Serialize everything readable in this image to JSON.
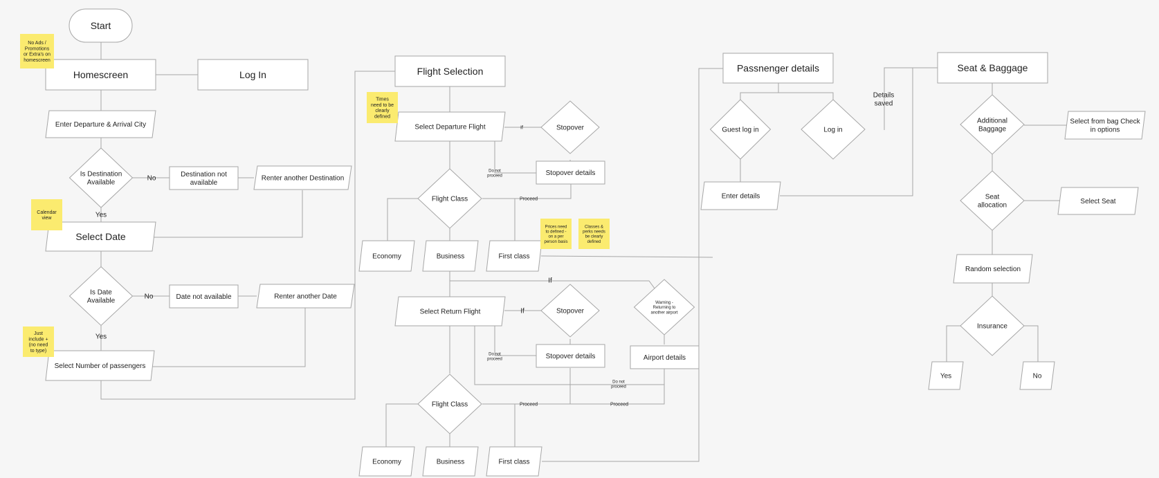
{
  "nodes": {
    "start": "Start",
    "homescreen": "Homescreen",
    "login_main": "Log In",
    "enter_cities": "Enter Departure & Arrival City",
    "dest_available": [
      "Is Destination",
      "Available"
    ],
    "dest_not_available": [
      "Destination not",
      "available"
    ],
    "renter_destination": "Renter another Destination",
    "select_date": "Select Date",
    "date_available": [
      "Is Date",
      "Available"
    ],
    "date_not_available": "Date not available",
    "renter_date": "Renter another Date",
    "select_passengers": "Select Number of passengers",
    "flight_selection": "Flight Selection",
    "select_departure": "Select Departure Flight",
    "stopover_1": "Stopover",
    "stopover_details_1": "Stopover details",
    "flight_class_1": "Flight Class",
    "economy_1": "Economy",
    "business_1": "Business",
    "first_class_1": "First class",
    "select_return": "Select Return Flight",
    "stopover_2": "Stopover",
    "stopover_details_2": "Stopover details",
    "warning": [
      "Warning -",
      "Returning to",
      "another airport"
    ],
    "airport_details": "Airport details",
    "flight_class_2": "Flight Class",
    "economy_2": "Economy",
    "business_2": "Business",
    "first_class_2": "First class",
    "passenger_details": "Passnenger details",
    "guest_login": "Guest log in",
    "login_passenger": "Log in",
    "enter_details": "Enter details",
    "seat_baggage": "Seat & Baggage",
    "additional_baggage": [
      "Additional",
      "Baggage"
    ],
    "select_bag": [
      "Select from bag Check",
      "in options"
    ],
    "seat_allocation": [
      "Seat",
      "allocation"
    ],
    "select_seat": "Select Seat",
    "random_selection": "Random selection",
    "insurance": "Insurance",
    "ins_yes": "Yes",
    "ins_no": "No"
  },
  "edge_labels": {
    "no_dest": "No",
    "yes_dest": "Yes",
    "no_date": "No",
    "yes_date": "Yes",
    "if_stop1": "If",
    "do_not_proceed_1": [
      "Do not",
      "proceed"
    ],
    "proceed_1": "Proceed",
    "if_return": "If",
    "if_stop2": "If",
    "do_not_proceed_2": [
      "Do not",
      "proceed"
    ],
    "do_not_proceed_3": [
      "Do not",
      "proceed"
    ],
    "proceed_2": "Proceed",
    "proceed_3": "Proceed",
    "details_saved": [
      "Details",
      "saved"
    ]
  },
  "sticky_notes": {
    "no_ads": [
      "No Ads /",
      "Promotions",
      "or Extra's on",
      "homescreen"
    ],
    "calendar": [
      "Calendar",
      "view"
    ],
    "just_include": [
      "Just",
      "include +",
      "(no need",
      "to type)"
    ],
    "times": [
      "Times",
      "need to be",
      "clearly",
      "defined"
    ],
    "prices": [
      "Prices need",
      "to defined -",
      "on a per",
      "person basis"
    ],
    "classes": [
      "Classes &",
      "perks needs",
      "be clearly",
      "defined"
    ]
  },
  "colors": {
    "background": "#f6f6f6",
    "shape_fill": "#ffffff",
    "shape_stroke": "#a6a6a6",
    "sticky_note": "#fbeb6f",
    "text": "#222222"
  }
}
